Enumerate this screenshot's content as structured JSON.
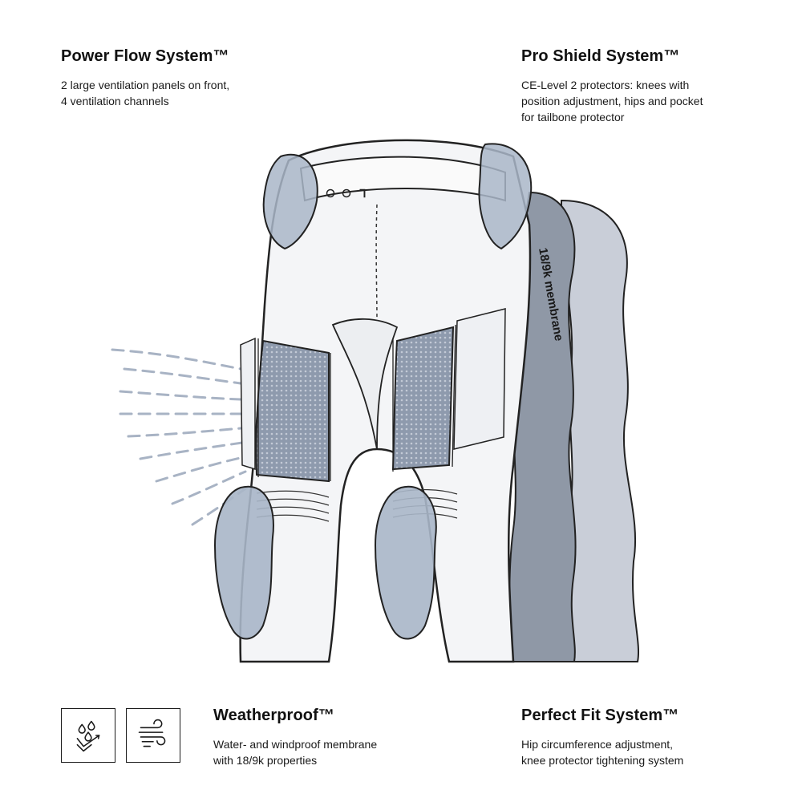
{
  "features": {
    "power_flow": {
      "title": "Power Flow System™",
      "line1": "2 large ventilation panels on front,",
      "line2": "4 ventilation channels"
    },
    "pro_shield": {
      "title": "Pro Shield System™",
      "line1": "CE-Level 2 protectors: knees with",
      "line2": "position adjustment, hips and pocket",
      "line3": "for tailbone protector"
    },
    "weatherproof": {
      "title": "Weatherproof™",
      "line1": "Water- and windproof membrane",
      "line2": "with 18/9k properties"
    },
    "perfect_fit": {
      "title": "Perfect Fit System™",
      "line1": "Hip circumference adjustment,",
      "line2": "knee protector tightening system"
    }
  },
  "illustration": {
    "membrane_label": "18/9k membrane",
    "icons": [
      "water-drops-icon",
      "wind-icon"
    ],
    "colors": {
      "protector": "#a9b6c8",
      "mesh": "#8e9aad",
      "membrane_dark": "#8f98a6",
      "membrane_light": "#c9ced8",
      "outline": "#222222",
      "air_lines": "#a8b3c4"
    }
  }
}
